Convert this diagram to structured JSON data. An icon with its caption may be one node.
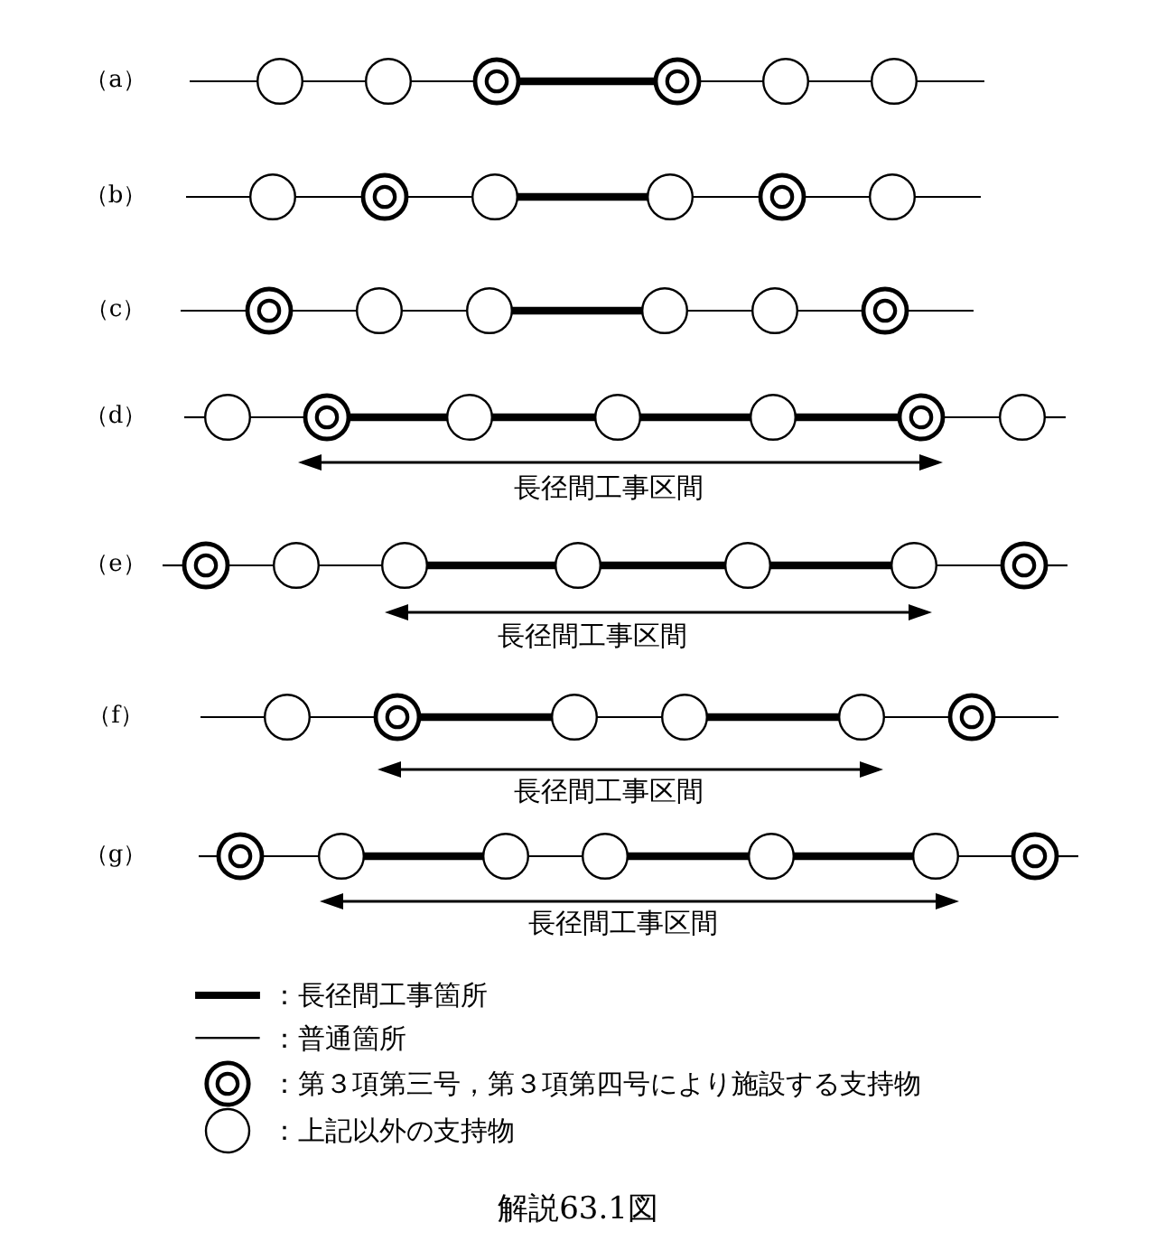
{
  "diagram": {
    "caption": "解説63.1図",
    "nodes": [
      {
        "text": [],
        "shape": "circle"
      },
      {
        "text": [],
        "shape": "circle"
      },
      {
        "text": [],
        "shape": "doublecircle"
      },
      {
        "text": [],
        "shape": "doublecircle"
      },
      {
        "text": [],
        "shape": "circle"
      },
      {
        "text": [],
        "shape": "circle"
      },
      {
        "text": [],
        "shape": "circle"
      },
      {
        "text": [],
        "shape": "doublecircle"
      },
      {
        "text": [],
        "shape": "circle"
      },
      {
        "text": [],
        "shape": "circle"
      },
      {
        "text": [],
        "shape": "doublecircle"
      },
      {
        "text": [],
        "shape": "circle"
      },
      {
        "text": [],
        "shape": "doublecircle"
      },
      {
        "text": [],
        "shape": "circle"
      },
      {
        "text": [],
        "shape": "circle"
      },
      {
        "text": [],
        "shape": "circle"
      },
      {
        "text": [],
        "shape": "circle"
      },
      {
        "text": [],
        "shape": "doublecircle"
      },
      {
        "text": [],
        "shape": "circle"
      },
      {
        "text": [],
        "shape": "doublecircle"
      },
      {
        "text": [],
        "shape": "circle"
      },
      {
        "text": [],
        "shape": "circle"
      },
      {
        "text": [],
        "shape": "circle"
      },
      {
        "text": [],
        "shape": "doublecircle"
      },
      {
        "text": [],
        "shape": "circle"
      },
      {
        "text": [],
        "shape": "doublecircle"
      },
      {
        "text": [],
        "shape": "circle"
      },
      {
        "text": [],
        "shape": "circle"
      },
      {
        "text": [],
        "shape": "circle"
      },
      {
        "text": [],
        "shape": "circle"
      },
      {
        "text": [],
        "shape": "circle"
      },
      {
        "text": [],
        "shape": "doublecircle"
      },
      {
        "text": [],
        "shape": "circle"
      },
      {
        "text": [],
        "shape": "doublecircle"
      },
      {
        "text": [],
        "shape": "circle"
      },
      {
        "text": [],
        "shape": "circle"
      },
      {
        "text": [],
        "shape": "circle"
      },
      {
        "text": [],
        "shape": "doublecircle"
      },
      {
        "text": [],
        "shape": "doublecircle"
      },
      {
        "text": [],
        "shape": "circle"
      },
      {
        "text": [],
        "shape": "circle"
      },
      {
        "text": [],
        "shape": "circle"
      },
      {
        "text": [],
        "shape": "circle"
      },
      {
        "text": [],
        "shape": "circle"
      },
      {
        "text": [],
        "shape": "doublecircle"
      }
    ],
    "edges": [
      {
        "from": null,
        "to": 0,
        "arrow": "none"
      },
      {
        "from": 0,
        "to": 1,
        "arrow": "none"
      },
      {
        "from": 1,
        "to": 2,
        "arrow": "none"
      },
      {
        "from": 2,
        "to": 3,
        "arrow": "none",
        "style": "thick"
      },
      {
        "from": 3,
        "to": 4,
        "arrow": "none"
      },
      {
        "from": 4,
        "to": 5,
        "arrow": "none"
      },
      {
        "from": 5,
        "to": null,
        "arrow": "none"
      },
      {
        "from": null,
        "to": 6,
        "arrow": "none"
      },
      {
        "from": 6,
        "to": 7,
        "arrow": "none"
      },
      {
        "from": 7,
        "to": 8,
        "arrow": "none"
      },
      {
        "from": 8,
        "to": 9,
        "arrow": "none",
        "style": "thick"
      },
      {
        "from": 9,
        "to": 10,
        "arrow": "none"
      },
      {
        "from": 10,
        "to": 11,
        "arrow": "none"
      },
      {
        "from": 11,
        "to": null,
        "arrow": "none"
      },
      {
        "from": null,
        "to": 12,
        "arrow": "none"
      },
      {
        "from": 12,
        "to": 13,
        "arrow": "none"
      },
      {
        "from": 13,
        "to": 14,
        "arrow": "none"
      },
      {
        "from": 14,
        "to": 15,
        "arrow": "none",
        "style": "thick"
      },
      {
        "from": 15,
        "to": 16,
        "arrow": "none"
      },
      {
        "from": 16,
        "to": 17,
        "arrow": "none"
      },
      {
        "from": 17,
        "to": null,
        "arrow": "none"
      },
      {
        "from": null,
        "to": 18,
        "arrow": "none"
      },
      {
        "from": 18,
        "to": 19,
        "arrow": "none"
      },
      {
        "from": 19,
        "to": 20,
        "arrow": "none",
        "style": "thick"
      },
      {
        "from": 20,
        "to": 21,
        "arrow": "none",
        "style": "thick"
      },
      {
        "from": 21,
        "to": 22,
        "arrow": "none",
        "style": "thick"
      },
      {
        "from": 22,
        "to": 23,
        "arrow": "none",
        "style": "thick"
      },
      {
        "from": 23,
        "to": 24,
        "arrow": "none"
      },
      {
        "from": 24,
        "to": null,
        "arrow": "none"
      },
      {
        "from": null,
        "to": 25,
        "arrow": "none"
      },
      {
        "from": 25,
        "to": 26,
        "arrow": "none"
      },
      {
        "from": 26,
        "to": 27,
        "arrow": "none"
      },
      {
        "from": 27,
        "to": 28,
        "arrow": "none",
        "style": "thick"
      },
      {
        "from": 28,
        "to": 29,
        "arrow": "none",
        "style": "thick"
      },
      {
        "from": 29,
        "to": 30,
        "arrow": "none",
        "style": "thick"
      },
      {
        "from": 30,
        "to": 31,
        "arrow": "none"
      },
      {
        "from": 31,
        "to": null,
        "arrow": "none"
      },
      {
        "from": null,
        "to": 32,
        "arrow": "none"
      },
      {
        "from": 32,
        "to": 33,
        "arrow": "none"
      },
      {
        "from": 33,
        "to": 34,
        "arrow": "none",
        "style": "thick"
      },
      {
        "from": 34,
        "to": 35,
        "arrow": "none"
      },
      {
        "from": 35,
        "to": 36,
        "arrow": "none",
        "style": "thick"
      },
      {
        "from": 36,
        "to": 37,
        "arrow": "none"
      },
      {
        "from": 37,
        "to": null,
        "arrow": "none"
      },
      {
        "from": null,
        "to": 38,
        "arrow": "none"
      },
      {
        "from": 38,
        "to": 39,
        "arrow": "none"
      },
      {
        "from": 39,
        "to": 40,
        "arrow": "none",
        "style": "thick"
      },
      {
        "from": 40,
        "to": 41,
        "arrow": "none"
      },
      {
        "from": 41,
        "to": 42,
        "arrow": "none",
        "style": "thick"
      },
      {
        "from": 42,
        "to": 43,
        "arrow": "none",
        "style": "thick"
      },
      {
        "from": 43,
        "to": 44,
        "arrow": "none"
      },
      {
        "from": 44,
        "to": null,
        "arrow": "none"
      }
    ],
    "labels": [
      "（a）",
      "（b）",
      "（c）",
      "（d）",
      "長径間工事区間",
      "（e）",
      "長径間工事区間",
      "（f）",
      "長径間工事区間",
      "（g）",
      "長径間工事区間"
    ],
    "legend": [
      {
        "text": "：長径間工事箇所"
      },
      {
        "text": "：普通箇所"
      },
      {
        "text": "：第３項第三号，第３項第四号により施設する支持物"
      },
      {
        "text": "：上記以外の支持物"
      }
    ]
  }
}
